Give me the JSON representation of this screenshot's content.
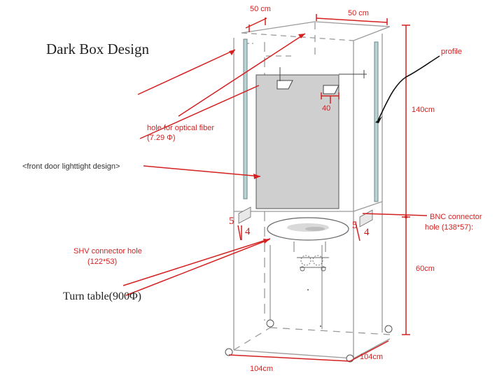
{
  "title": "Dark Box Design",
  "labels": {
    "top_width_1": "50 cm",
    "top_width_2": "50 cm",
    "profile": "profile",
    "hole_width": "40",
    "height": "140cm",
    "fiber_hole_line1": "hole for optical fiber",
    "fiber_hole_line2": "(7.29 Φ)",
    "front_door": "<front door lighttight design>",
    "bnc_line1": "BNC connector",
    "bnc_line2": "hole (138*57):",
    "shv_line1": "SHV connector hole",
    "shv_line2": "(122*53)",
    "leg_height": "60cm",
    "turn_table": "Turn table(900Φ)",
    "bottom_right": "104cm",
    "bottom_left": "104cm",
    "num_5_left": "5",
    "num_4_left": "4",
    "num_5_right": "5",
    "num_4_right": "4"
  },
  "colors": {
    "annotation": "#d42020",
    "frame": "#9a9a9a",
    "door_panel": "#cfcfcf",
    "profile_bar": "#b9d3d3"
  }
}
